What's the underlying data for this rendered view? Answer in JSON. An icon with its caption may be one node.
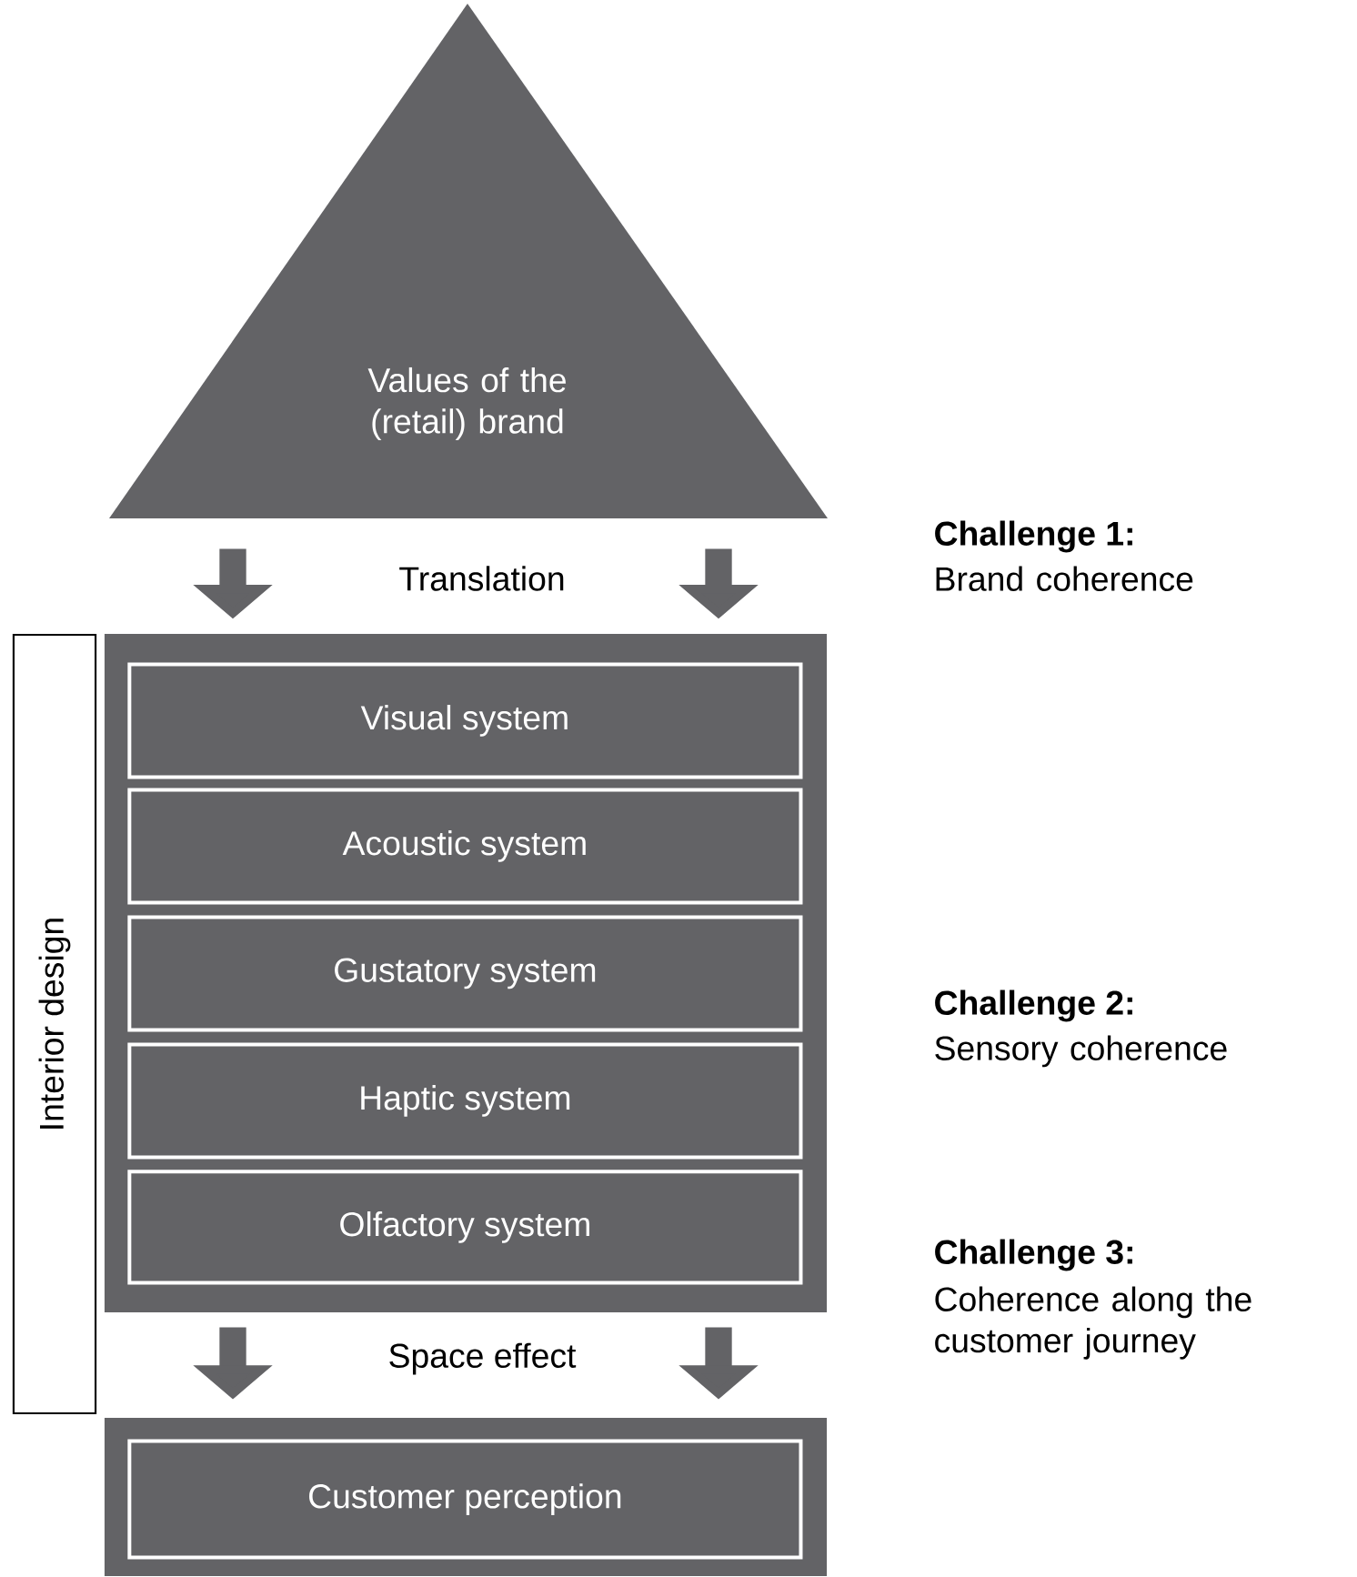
{
  "diagram": {
    "nodes": [
      {
        "text": [
          "Values of the (retail) brand"
        ]
      },
      {
        "text": [],
        "shape": "box"
      },
      {
        "text": [
          "Visual system"
        ],
        "in": 1
      },
      {
        "text": [
          "Acoustic system"
        ],
        "in": 1
      },
      {
        "text": [
          "Gustatory system"
        ],
        "in": 1
      },
      {
        "text": [
          "Haptic  system"
        ],
        "in": 1
      },
      {
        "text": [
          "Olfactory system"
        ],
        "in": 1
      },
      {
        "text": [],
        "shape": "box"
      },
      {
        "text": [
          "Customer perception"
        ],
        "in": 7
      },
      {
        "text": [
          "Interior design"
        ]
      }
    ],
    "edges": [
      {
        "from": 0,
        "to": 1,
        "arrow": "to"
      },
      {
        "from": 0,
        "to": 1,
        "arrow": "to"
      },
      {
        "from": 1,
        "to": 7,
        "arrow": "to"
      },
      {
        "from": 1,
        "to": 7,
        "arrow": "to"
      }
    ],
    "labels": [
      "Translation",
      "Space effect",
      "Challenge 1:",
      "Brand coherence",
      "Challenge 2:",
      "Sensory coherence",
      "Challenge 3:",
      "Coherence along the customer journey"
    ]
  }
}
